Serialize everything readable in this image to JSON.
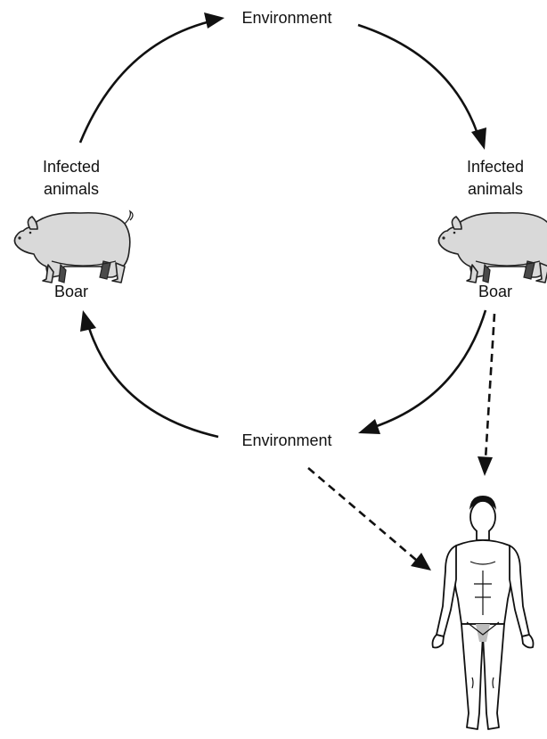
{
  "diagram": {
    "labels": {
      "environment_top": "Environment",
      "environment_bottom": "Environment",
      "left_infected": [
        "Infected",
        "animals"
      ],
      "right_infected": [
        "Infected",
        "animals"
      ],
      "left_boar": "Boar",
      "right_boar": "Boar"
    },
    "icons": {
      "left_animal": "pig-icon",
      "right_animal": "pig-icon",
      "human": "human-figure-icon"
    },
    "edges": [
      {
        "from": "left_infected",
        "to": "environment_top",
        "style": "solid"
      },
      {
        "from": "environment_top",
        "to": "right_infected",
        "style": "solid"
      },
      {
        "from": "right_boar",
        "to": "environment_bottom",
        "style": "solid"
      },
      {
        "from": "environment_bottom",
        "to": "left_boar",
        "style": "solid"
      },
      {
        "from": "right_boar",
        "to": "human",
        "style": "dashed"
      },
      {
        "from": "environment_bottom",
        "to": "human",
        "style": "dashed"
      }
    ]
  }
}
